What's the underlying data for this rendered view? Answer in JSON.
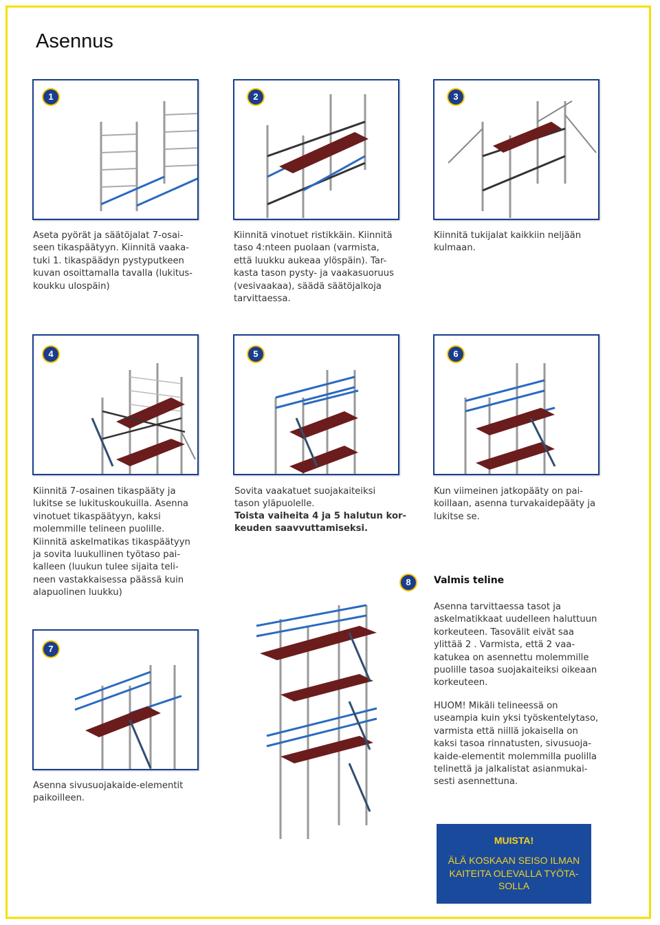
{
  "page": {
    "title": "Asennus"
  },
  "steps": [
    {
      "number": "1",
      "text": "Aseta pyörät ja säätöjalat 7-osai-\nseen tikaspäätyyn. Kiinnitä vaaka-\ntuki 1. tikaspäädyn pystyputkeen\nkuvan osoittamalla tavalla (lukitus-\nkoukku ulospäin)"
    },
    {
      "number": "2",
      "text": "Kiinnitä vinotuet ristikkäin. Kiinnitä\ntaso 4:nteen puolaan (varmista,\nettä luukku aukeaa ylöspäin). Tar-\nkasta tason pysty- ja vaakasuoruus\n(vesivaakaa), säädä säätöjalkoja\ntarvittaessa."
    },
    {
      "number": "3",
      "text": "Kiinnitä tukijalat kaikkiin neljään\nkulmaan."
    },
    {
      "number": "4",
      "text": "Kiinnitä 7-osainen tikaspääty ja\nlukitse se lukituskoukuilla. Asenna\nvinotuet tikaspäätyyn, kaksi\nmolemmille telineen puolille.\nKiinnitä askelmatikas tikaspäätyyn\nja sovita luukullinen työtaso pai-\nkalleen (luukun tulee sijaita teli-\nneen vastakkaisessa päässä kuin\nalapuolinen luukku)"
    },
    {
      "number": "5",
      "text": "Sovita vaakatuet suojakaiteiksi\ntason yläpuolelle.",
      "bold_text": "Toista vaiheita 4 ja 5 halutun kor-\nkeuden saavvuttamiseksi."
    },
    {
      "number": "6",
      "text": "Kun viimeinen jatkopääty on pai-\nkoillaan, asenna turvakaidepääty ja\nlukitse se."
    },
    {
      "number": "7",
      "text": "Asenna sivusuojakaide-elementit\npaikoilleen."
    },
    {
      "number": "8",
      "heading": "Valmis teline",
      "text": "Asenna tarvittaessa tasot ja\naskelmatikkaat uudelleen haluttuun\nkorkeuteen. Tasovälit eivät saa\nylittää 2 . Varmista, että 2 vaa-\nkatukea on asennettu molemmille\npuolille tasoa suojakaiteiksi oikeaan\nkorkeuteen.",
      "note": "HUOM! Mikäli telineessä on\nuseampia kuin yksi työskentelytaso,\nvarmista että niillä jokaisella on\nkaksi tasoa rinnatusten, sivusuoja-\nkaide-elementit molemmilla puolilla\ntelinettä ja jalkalistat asianmukai-\nsesti asennettuna."
    }
  ],
  "notice": {
    "heading": "MUISTA!",
    "text": "ÄLÄ KOSKAAN SEISO ILMAN\nKAITEITA OLEVALLA TYÖTA-\nSOLLA"
  },
  "colors": {
    "frame": "#f7e000",
    "brand_blue": "#1a3d8c",
    "platform": "#6b1c1c",
    "frame_steel": "#9a9a9a"
  },
  "icons": [
    "scaffold-illustration"
  ]
}
